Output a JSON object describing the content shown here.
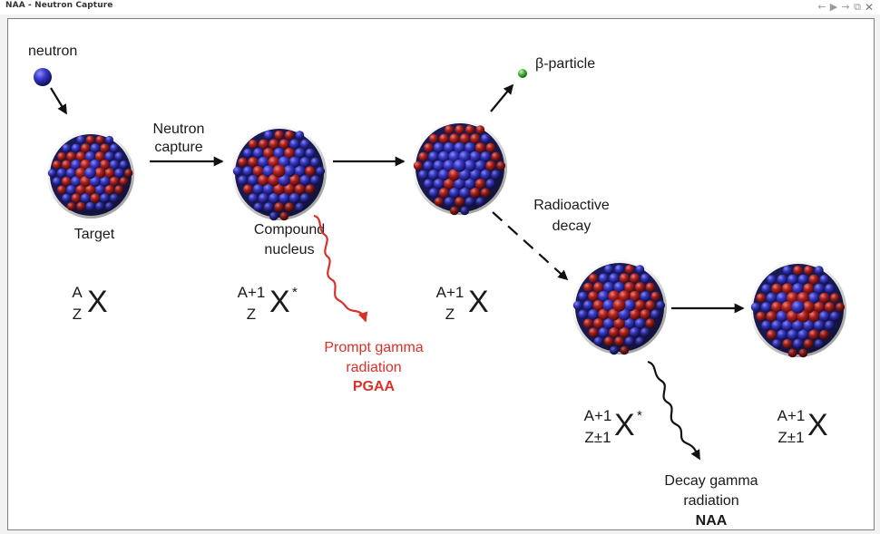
{
  "window": {
    "title": "NAA - Neutron Capture",
    "controls": [
      {
        "icon": "back-arrow-icon",
        "glyph": "←"
      },
      {
        "icon": "play-icon",
        "glyph": "▶"
      },
      {
        "icon": "forward-arrow-icon",
        "glyph": "→"
      },
      {
        "icon": "popout-icon",
        "glyph": "⧉"
      },
      {
        "icon": "close-icon",
        "glyph": "✕"
      }
    ]
  },
  "diagram": {
    "neutron_label": "neutron",
    "beta_label": "β-particle",
    "capture_label": [
      "Neutron",
      "capture"
    ],
    "decay_label": [
      "Radioactive",
      "decay"
    ],
    "target_label": "Target",
    "compound_label": [
      "Compound",
      "nucleus"
    ],
    "prompt_label": [
      "Prompt gamma",
      "radiation"
    ],
    "prompt_abbr": "PGAA",
    "decay_gamma_label": [
      "Decay gamma",
      "radiation"
    ],
    "decay_abbr": "NAA",
    "nuclides": {
      "target": {
        "sup": "A",
        "sub": "Z",
        "symbol": "X",
        "mark": ""
      },
      "compound": {
        "sup": "A+1",
        "sub": "Z",
        "symbol": "X",
        "mark": "*"
      },
      "unstable": {
        "sup": "A+1",
        "sub": "Z",
        "symbol": "X",
        "mark": ""
      },
      "excited_product": {
        "sup": "A+1",
        "sub": "Z±1",
        "symbol": "X",
        "mark": "*"
      },
      "stable_product": {
        "sup": "A+1",
        "sub": "Z±1",
        "symbol": "X",
        "mark": ""
      }
    },
    "colors": {
      "proton": "#b5221f",
      "neutron": "#3a3acb",
      "beta": "#45b832",
      "prompt_gamma": "#d7322a",
      "decay_gamma": "#111111"
    }
  }
}
